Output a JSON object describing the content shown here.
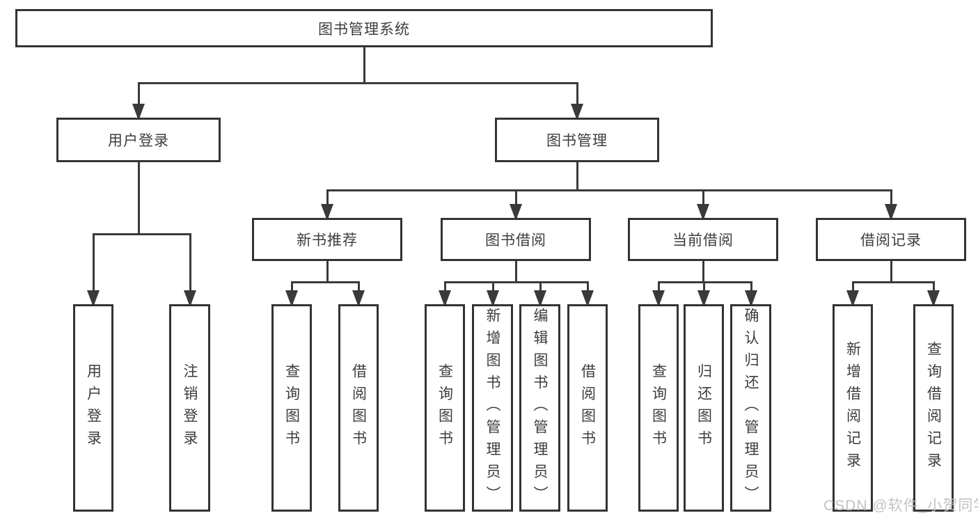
{
  "diagram": {
    "watermark": "CSDN @软件_小贺同学",
    "colors": {
      "line": "#3a3a3a",
      "box_border": "#333333",
      "text": "#3d3d3d",
      "watermark": "#bdbdbd",
      "background": "#ffffff"
    },
    "nodes": [
      {
        "id": "root",
        "label": "图书管理系统",
        "parent": null,
        "orientation": "horizontal"
      },
      {
        "id": "user-login",
        "label": "用户登录",
        "parent": "root",
        "orientation": "horizontal"
      },
      {
        "id": "book-mgmt",
        "label": "图书管理",
        "parent": "root",
        "orientation": "horizontal"
      },
      {
        "id": "new-book-rec",
        "label": "新书推荐",
        "parent": "book-mgmt",
        "orientation": "horizontal"
      },
      {
        "id": "book-borrow",
        "label": "图书借阅",
        "parent": "book-mgmt",
        "orientation": "horizontal"
      },
      {
        "id": "current-borrow",
        "label": "当前借阅",
        "parent": "book-mgmt",
        "orientation": "horizontal"
      },
      {
        "id": "borrow-records",
        "label": "借阅记录",
        "parent": "book-mgmt",
        "orientation": "horizontal"
      },
      {
        "id": "leaf-login",
        "label": "用户登录",
        "parent": "user-login",
        "orientation": "vertical"
      },
      {
        "id": "leaf-logout",
        "label": "注销登录",
        "parent": "user-login",
        "orientation": "vertical"
      },
      {
        "id": "leaf-rec-query",
        "label": "查询图书",
        "parent": "new-book-rec",
        "orientation": "vertical"
      },
      {
        "id": "leaf-rec-borrow",
        "label": "借阅图书",
        "parent": "new-book-rec",
        "orientation": "vertical"
      },
      {
        "id": "leaf-bb-query",
        "label": "查询图书",
        "parent": "book-borrow",
        "orientation": "vertical"
      },
      {
        "id": "leaf-bb-add",
        "label": "新增图书（管理员）",
        "parent": "book-borrow",
        "orientation": "vertical"
      },
      {
        "id": "leaf-bb-edit",
        "label": "编辑图书（管理员）",
        "parent": "book-borrow",
        "orientation": "vertical"
      },
      {
        "id": "leaf-bb-borrow",
        "label": "借阅图书",
        "parent": "book-borrow",
        "orientation": "vertical"
      },
      {
        "id": "leaf-cb-query",
        "label": "查询图书",
        "parent": "current-borrow",
        "orientation": "vertical"
      },
      {
        "id": "leaf-cb-return",
        "label": "归还图书",
        "parent": "current-borrow",
        "orientation": "vertical"
      },
      {
        "id": "leaf-cb-confirm",
        "label": "确认归还（管理员）",
        "parent": "current-borrow",
        "orientation": "vertical"
      },
      {
        "id": "leaf-br-add",
        "label": "新增借阅记录",
        "parent": "borrow-records",
        "orientation": "vertical"
      },
      {
        "id": "leaf-br-query",
        "label": "查询借阅记录",
        "parent": "borrow-records",
        "orientation": "vertical"
      }
    ]
  }
}
